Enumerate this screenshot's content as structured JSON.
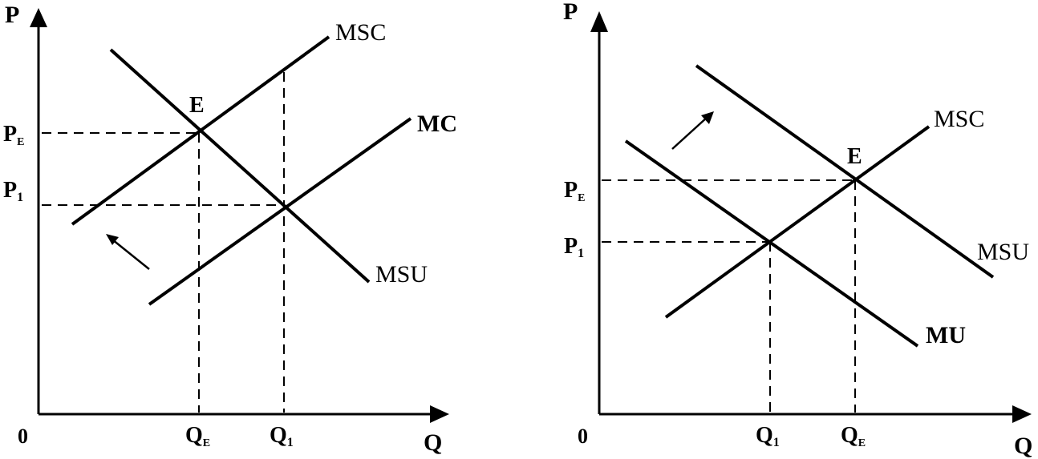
{
  "left_panel": {
    "y_axis_label": "P",
    "x_axis_label": "Q",
    "origin_label": "0",
    "curves": {
      "msc": "MSC",
      "mc": "MC",
      "msu": "MSU"
    },
    "point_label": "E",
    "price_labels": {
      "pe_main": "P",
      "pe_sub": "E",
      "p1_main": "P",
      "p1_sub": "1"
    },
    "quantity_labels": {
      "qe_main": "Q",
      "qe_sub": "E",
      "q1_main": "Q",
      "q1_sub": "1"
    }
  },
  "right_panel": {
    "y_axis_label": "P",
    "x_axis_label": "Q",
    "origin_label": "0",
    "curves": {
      "msc": "MSC",
      "msu": "MSU",
      "mu": "MU"
    },
    "point_label": "E",
    "price_labels": {
      "pe_main": "P",
      "pe_sub": "E",
      "p1_main": "P",
      "p1_sub": "1"
    },
    "quantity_labels": {
      "q1_main": "Q",
      "q1_sub": "1",
      "qe_main": "Q",
      "qe_sub": "E"
    }
  }
}
